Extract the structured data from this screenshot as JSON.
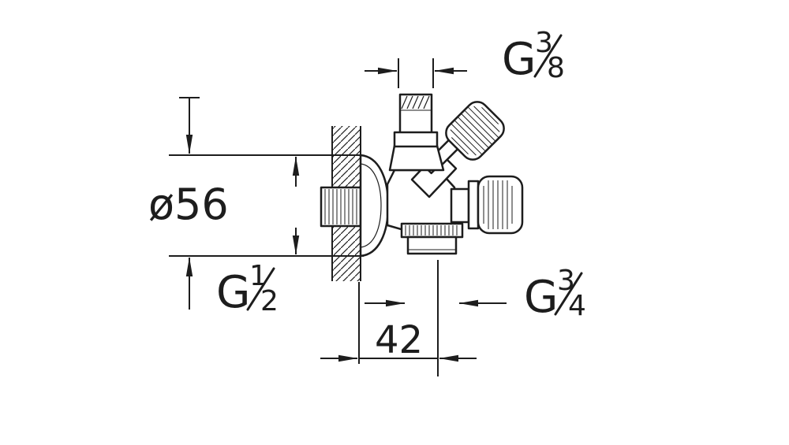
{
  "drawing": {
    "background": "#ffffff",
    "line_color": "#1d1d1d"
  },
  "labels": {
    "thread_top": {
      "prefix": "G",
      "numerator": "3",
      "denominator": "8"
    },
    "flange_diameter": {
      "text": "ø56"
    },
    "thread_wall": {
      "prefix": "G",
      "numerator": "1",
      "denominator": "2"
    },
    "thread_bottom": {
      "prefix": "G",
      "numerator": "3",
      "denominator": "4"
    },
    "wall_to_axis_distance": {
      "text": "42"
    }
  }
}
